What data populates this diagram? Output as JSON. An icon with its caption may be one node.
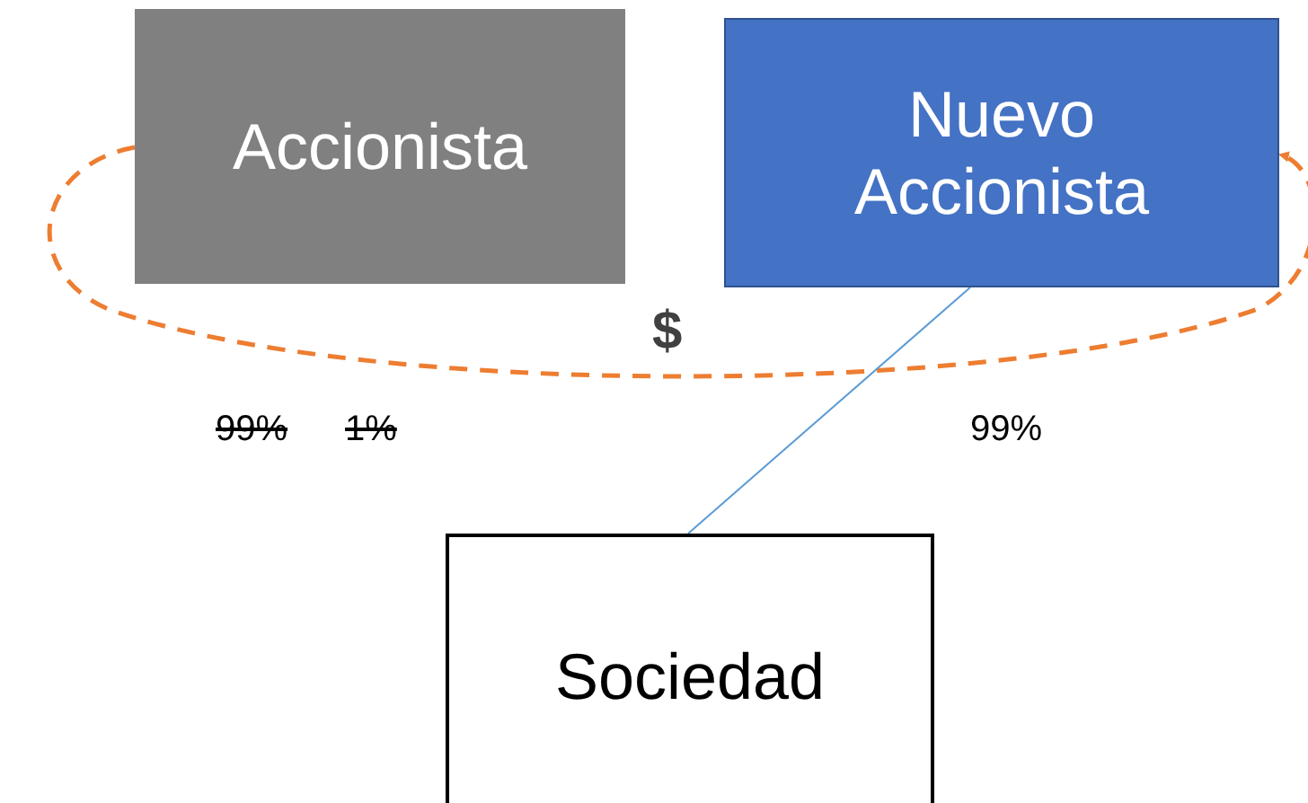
{
  "diagram": {
    "nodes": [
      {
        "text": [
          "Accionista"
        ]
      },
      {
        "text": [
          "Nuevo Accionista"
        ]
      },
      {
        "text": [
          "Sociedad"
        ]
      }
    ],
    "edges": [
      {
        "from": 0,
        "to": 1,
        "arrow": "to",
        "label": "$",
        "style": "dashed",
        "color": "#ed7d31"
      },
      {
        "from": 1,
        "to": 2,
        "arrow": "none",
        "color": "#5b9bd5"
      }
    ],
    "labels": [
      "99%",
      "1%",
      "99%"
    ]
  }
}
